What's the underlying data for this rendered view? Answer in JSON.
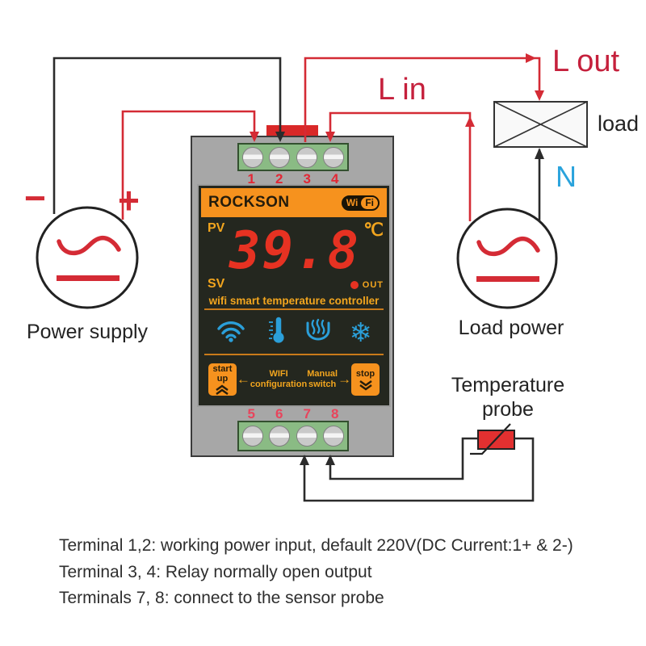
{
  "colors": {
    "wire_red": "#d42b35",
    "wire_black": "#2b2b2b",
    "accent_orange": "#f6921e",
    "display_red": "#e63222",
    "icon_blue": "#2b9fd9",
    "neutral_blue": "#2aa3dc",
    "device_gray": "#a7a7a7",
    "terminal_green": "#8abb84",
    "probe_red": "#e23030"
  },
  "diagram": {
    "labels": {
      "l_out": "L out",
      "l_in": "L in",
      "load": "load",
      "neutral": "N",
      "minus": "−",
      "plus": "+",
      "power_supply": "Power supply",
      "load_power": "Load power",
      "temperature_probe": "Temperature probe"
    }
  },
  "device": {
    "brand": "ROCKSON",
    "wifi_logo": {
      "wi": "Wi",
      "fi": "Fi"
    },
    "display": {
      "pv_label": "PV",
      "sv_label": "SV",
      "out_label": "OUT",
      "temperature": "39.8",
      "unit": "℃",
      "tagline": "wifi smart temperature controller"
    },
    "icons": {
      "wifi": "wifi-icon",
      "thermometer": "thermometer-icon",
      "heating": "heating-icon",
      "cooling": "snowflake-icon",
      "snowflake_glyph": "❄"
    },
    "controls": {
      "start_button": "start up",
      "stop_button": "stop",
      "wifi_config_line1": "WIFI",
      "wifi_config_line2": "configuration",
      "manual_line1": "Manual",
      "manual_line2": "switch",
      "left_arrow": "←",
      "right_arrow": "→"
    },
    "terminals_top": [
      "1",
      "2",
      "3",
      "4"
    ],
    "terminals_bottom": [
      "5",
      "6",
      "7",
      "8"
    ]
  },
  "notes": {
    "line1": "Terminal 1,2: working power input, default 220V(DC Current:1+ & 2-)",
    "line2": "Terminal 3, 4: Relay normally open output",
    "line3": "Terminals 7, 8: connect to the sensor probe"
  }
}
